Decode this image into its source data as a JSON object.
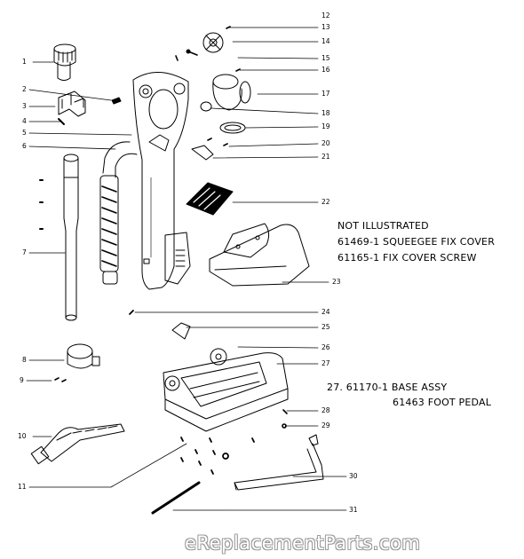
{
  "parts_labels": {
    "p1": "1",
    "p2": "2",
    "p3": "3",
    "p4": "4",
    "p5": "5",
    "p6": "6",
    "p7": "7",
    "p8": "8",
    "p9": "9",
    "p10": "10",
    "p11": "11",
    "p12": "12",
    "p13": "13",
    "p14": "14",
    "p15": "15",
    "p16": "16",
    "p17": "17",
    "p18": "18",
    "p19": "19",
    "p20": "20",
    "p21": "21",
    "p22": "22",
    "p23": "23",
    "p24": "24",
    "p25": "25",
    "p26": "26",
    "p27": "27",
    "p28": "28",
    "p29": "29",
    "p30": "30",
    "p31": "31"
  },
  "notes": {
    "not_illustrated_heading": "NOT ILLUSTRATED",
    "not_illustrated_line1": "61469-1 SQUEEGEE FIX COVER",
    "not_illustrated_line2": "61165-1 FIX COVER SCREW",
    "base_assy_line": "27. 61170-1 BASE ASSY",
    "foot_pedal_line": "61463 FOOT PEDAL"
  },
  "watermark": "eReplacementParts.com"
}
